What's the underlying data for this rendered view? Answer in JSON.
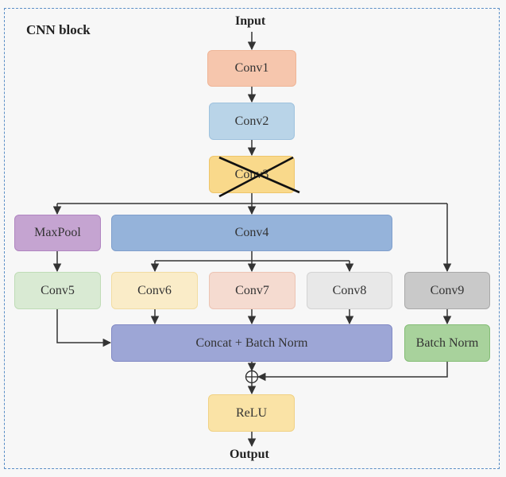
{
  "diagram": {
    "title": "CNN block",
    "input_label": "Input",
    "output_label": "Output",
    "nodes": {
      "conv1": "Conv1",
      "conv2": "Conv2",
      "conv3": "Conv3",
      "maxpool": "MaxPool",
      "conv4": "Conv4",
      "conv5": "Conv5",
      "conv6": "Conv6",
      "conv7": "Conv7",
      "conv8": "Conv8",
      "conv9": "Conv9",
      "concat": "Concat + Batch Norm",
      "batchnorm": "Batch Norm",
      "relu": "ReLU"
    },
    "colors": {
      "conv1": "#f6c6ad",
      "conv2": "#b9d4e8",
      "conv3": "#f9d98b",
      "maxpool": "#c5a4d1",
      "conv4": "#95b3da",
      "conv5": "#d9ead3",
      "conv6": "#faecc8",
      "conv7": "#f5dbd0",
      "conv8": "#e8e8e8",
      "conv9": "#c9c9c9",
      "concat": "#9da6d6",
      "batchnorm": "#a8d29c",
      "relu": "#fae3a6",
      "frame": "#5b8fc7"
    }
  }
}
